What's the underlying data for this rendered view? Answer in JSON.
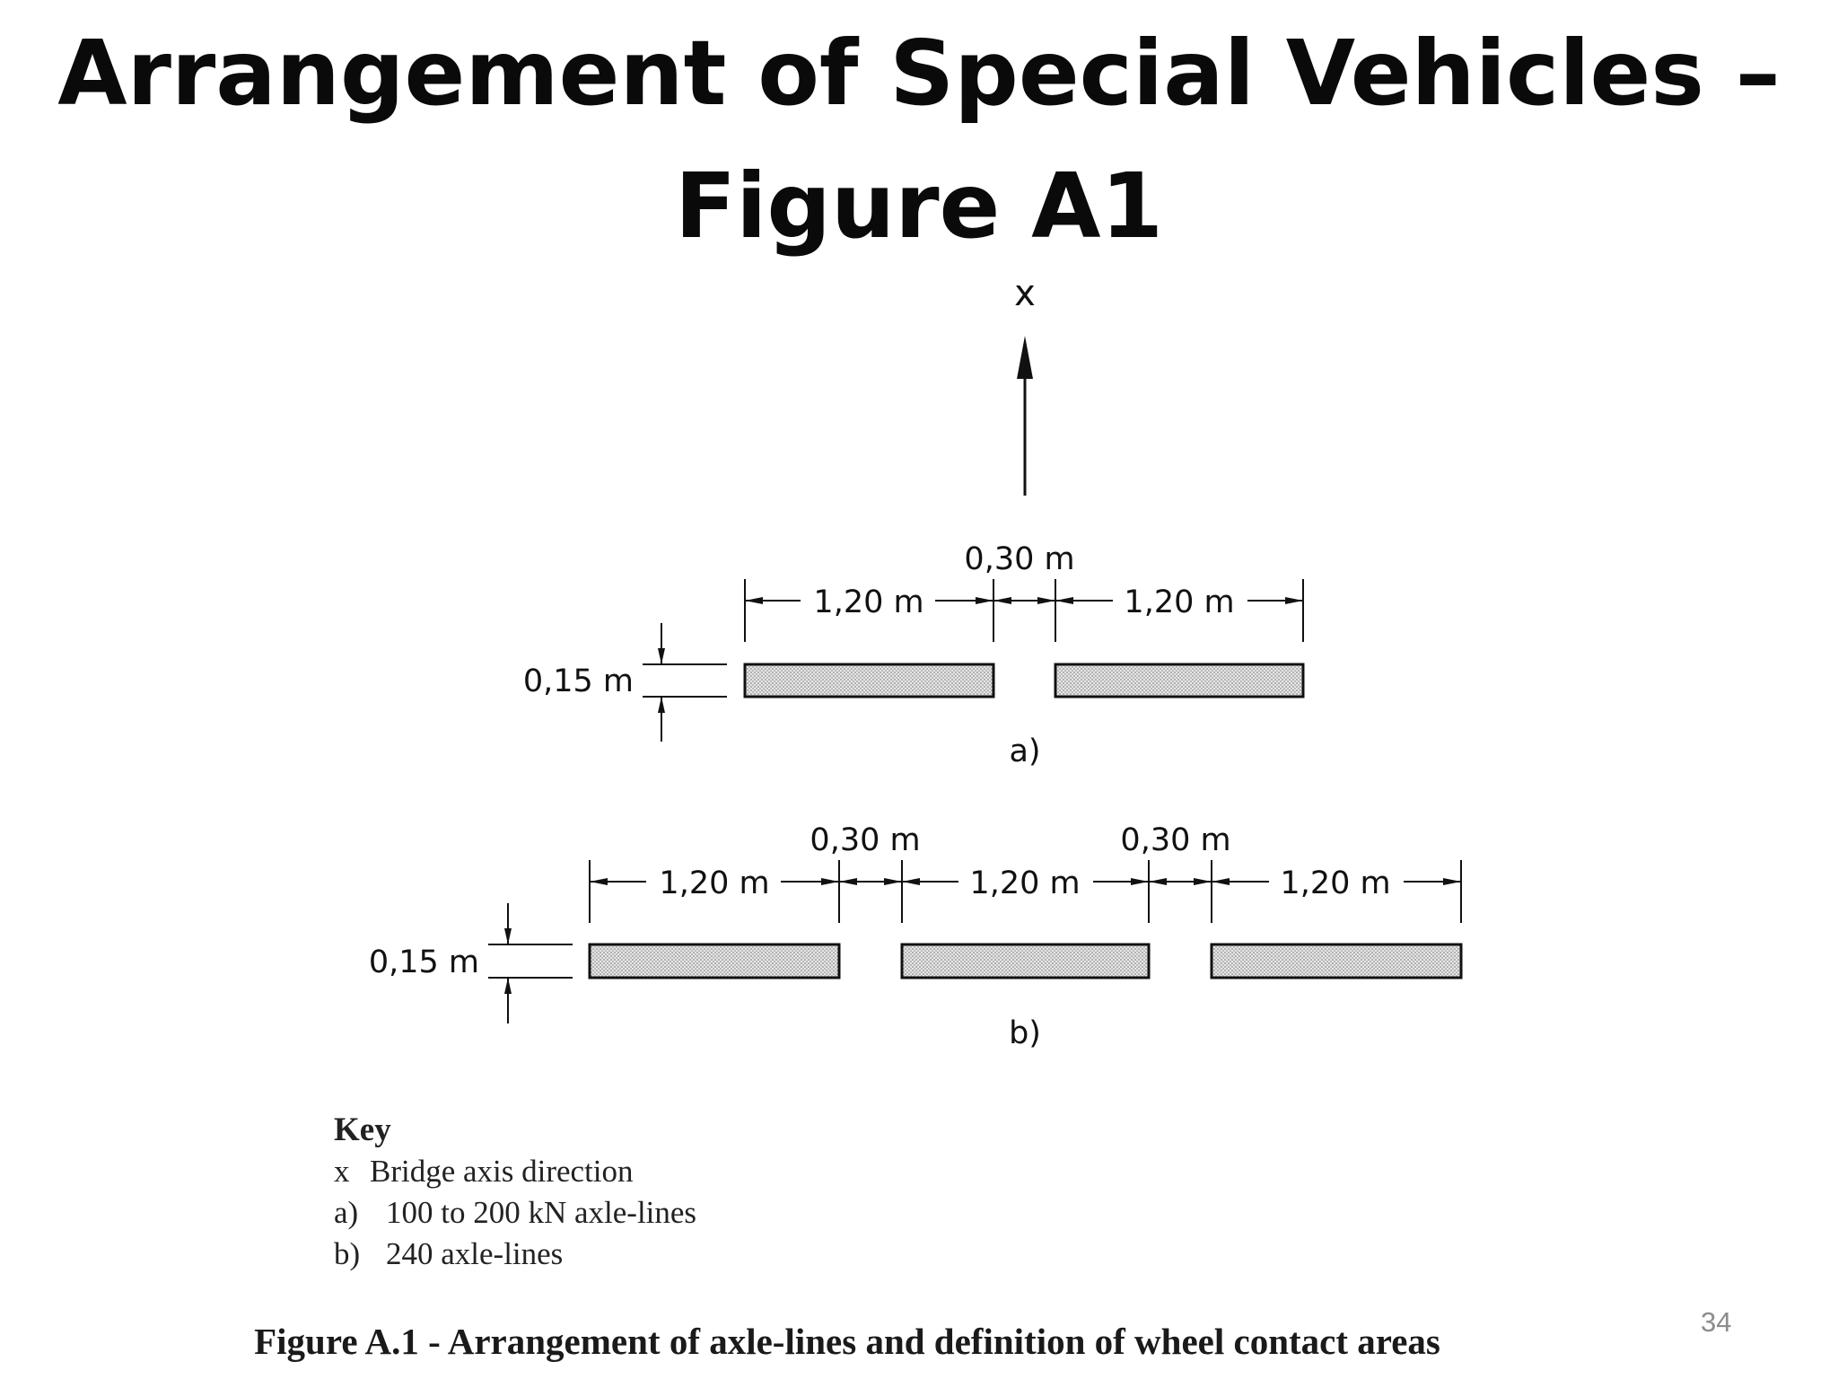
{
  "slide": {
    "title_line1": "Arrangement of Special Vehicles –",
    "title_line2": "Figure A1",
    "page_number": "34"
  },
  "figure": {
    "axis_label": "x",
    "dim_width": "1,20  m",
    "dim_gap": "0,30  m",
    "dim_height": "0,15  m",
    "label_a": "a)",
    "label_b": "b)",
    "key": {
      "title": "Key",
      "items": [
        {
          "mark": "x",
          "text": "Bridge axis direction"
        },
        {
          "mark": "a)",
          "text": "100 to 200 kN axle-lines"
        },
        {
          "mark": "b)",
          "text": "240 axle-lines"
        }
      ]
    },
    "caption": "Figure A.1 - Arrangement of axle-lines and definition of wheel contact areas"
  },
  "colors": {
    "ink": "#111111",
    "hatch": "#c8c8c8"
  }
}
